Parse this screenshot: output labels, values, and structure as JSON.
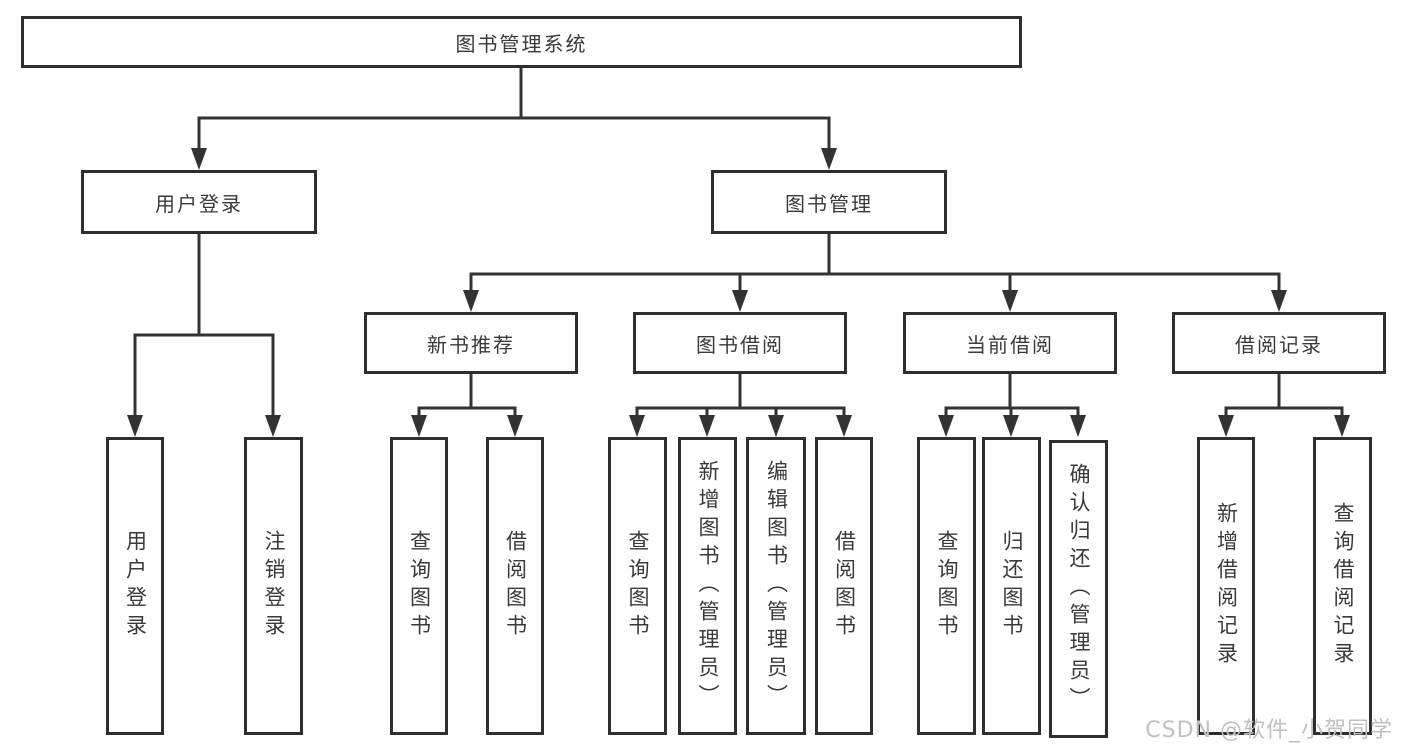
{
  "diagram": {
    "root": {
      "label": "图书管理系统"
    },
    "branches": [
      {
        "label": "用户登录",
        "children": [
          {
            "label": "用户登录"
          },
          {
            "label": "注销登录"
          }
        ]
      },
      {
        "label": "图书管理",
        "children": [
          {
            "label": "新书推荐",
            "children": [
              {
                "label": "查询图书"
              },
              {
                "label": "借阅图书"
              }
            ]
          },
          {
            "label": "图书借阅",
            "children": [
              {
                "label": "查询图书"
              },
              {
                "label": "新增图书（管理员）"
              },
              {
                "label": "编辑图书（管理员）"
              },
              {
                "label": "借阅图书"
              }
            ]
          },
          {
            "label": "当前借阅",
            "children": [
              {
                "label": "查询图书"
              },
              {
                "label": "归还图书"
              },
              {
                "label": "确认归还（管理员）"
              }
            ]
          },
          {
            "label": "借阅记录",
            "children": [
              {
                "label": "新增借阅记录"
              },
              {
                "label": "查询借阅记录"
              }
            ]
          }
        ]
      }
    ]
  },
  "watermark": {
    "text": "CSDN @软件_小贺同学"
  },
  "colors": {
    "line": "#333333",
    "box_border": "#2e2e2e",
    "text": "#3a3a3a",
    "watermark": "#c0c0c0",
    "background": "#ffffff"
  }
}
